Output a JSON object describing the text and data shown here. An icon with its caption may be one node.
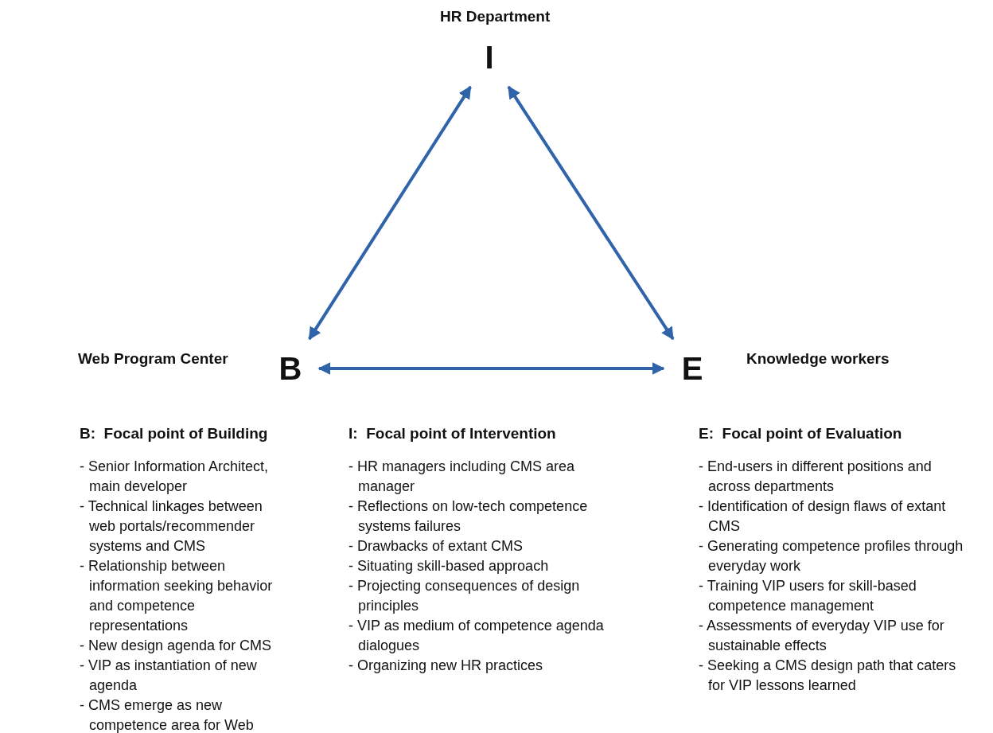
{
  "diagram": {
    "nodes": [
      {
        "text": [
          "I"
        ],
        "beside": [
          "HR Department"
        ]
      },
      {
        "text": [
          "B"
        ],
        "beside": [
          "Web Program Center"
        ]
      },
      {
        "text": [
          "E"
        ],
        "beside": [
          "Knowledge workers"
        ]
      }
    ],
    "edges": [
      {
        "from": 1,
        "to": 0,
        "arrow": "both"
      },
      {
        "from": 0,
        "to": 2,
        "arrow": "both"
      },
      {
        "from": 1,
        "to": 2,
        "arrow": "both"
      }
    ],
    "labels": [
      "B:  Focal point of Building",
      "- Senior Information Architect, main developer",
      "- Technical linkages between web portals/recommender systems and CMS",
      "- Relationship between information seeking behavior and competence representations",
      "- New design agenda for CMS",
      "- VIP as instantiation of new agenda",
      "- CMS emerge as new competence area for Web Program Center",
      "I:  Focal point of Intervention",
      "- HR managers including CMS area manager",
      "- Reflections on low-tech competence systems failures",
      "- Drawbacks of extant CMS",
      "- Situating skill-based approach",
      "- Projecting consequences of design principles",
      "- VIP as medium of competence agenda dialogues",
      "- Organizing new HR practices",
      "E:  Focal point of Evaluation",
      "- End-users in different positions and across departments",
      "- Identification of design flaws of extant CMS",
      "- Generating competence profiles through everyday work",
      "- Training VIP users for skill-based competence management",
      "- Assessments of everyday VIP use for sustainable effects",
      "- Seeking a CMS design path that caters for VIP lessons learned"
    ]
  }
}
